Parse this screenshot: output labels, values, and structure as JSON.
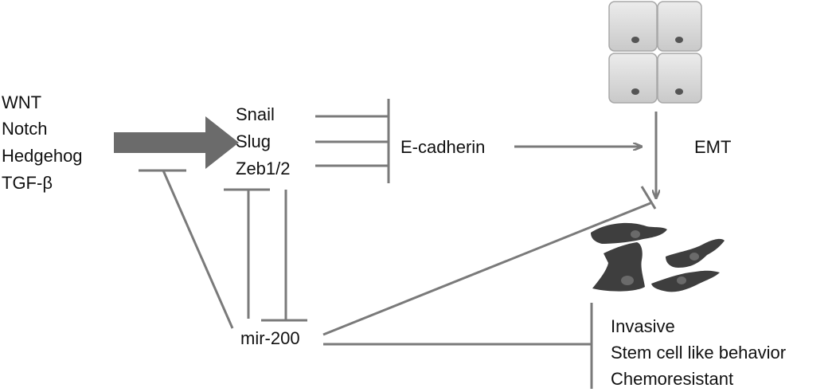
{
  "signals": [
    "WNT",
    "Notch",
    "Hedgehog",
    "TGF-β"
  ],
  "transcription_factors": [
    "Snail",
    "Slug",
    "Zeb1/2"
  ],
  "ecadherin": "E-cadherin",
  "emt": "EMT",
  "mirna": "mir-200",
  "outcomes": [
    "Invasive",
    "Stem cell like behavior",
    "Chemoresistant"
  ],
  "colors": {
    "edge": "#7a7a7a",
    "big_arrow": "#6b6b6b",
    "epithelial_fill": "#dadada",
    "epithelial_stroke": "#a8a8a8",
    "mesenchymal_fill": "#3e3e3e",
    "nucleus": "#555555"
  },
  "icons": [
    "epithelial-cells-icon",
    "mesenchymal-cells-icon"
  ]
}
